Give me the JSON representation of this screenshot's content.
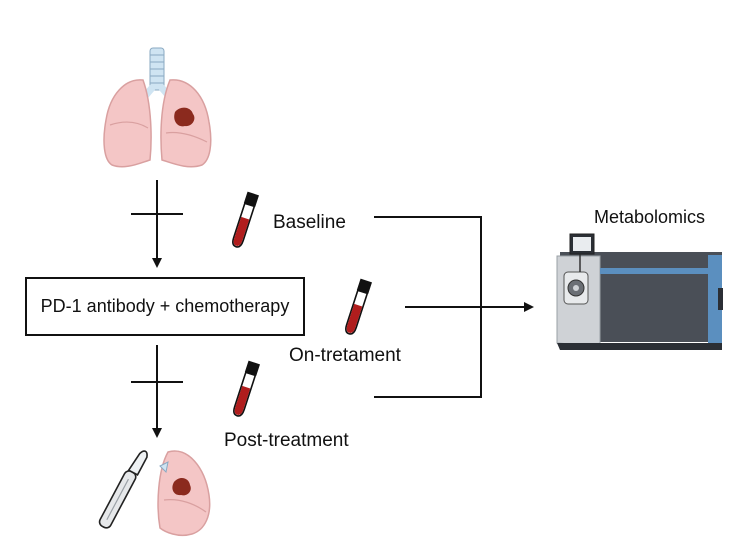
{
  "labels": {
    "baseline": "Baseline",
    "on_treatment": "On-tretament",
    "post_treatment": "Post-treatment",
    "metabolomics": "Metabolomics",
    "therapy": "PD-1 antibody + chemotherapy"
  },
  "icons": {
    "lungs": "lungs-with-tumor-icon",
    "tube": "blood-tube-icon",
    "scalpel": "scalpel-icon",
    "resected_lung": "resected-lung-icon",
    "instrument": "mass-spectrometer-icon"
  },
  "colors": {
    "lung_fill": "#f4c6c6",
    "lung_outline": "#d9a0a0",
    "tumor": "#8b2a1e",
    "trachea": "#cfe4f2",
    "blood": "#b01d1d",
    "instrument_body": "#4a4f57",
    "instrument_accent": "#5b8fbf",
    "instrument_panel": "#cfd2d6",
    "line": "#111111"
  }
}
